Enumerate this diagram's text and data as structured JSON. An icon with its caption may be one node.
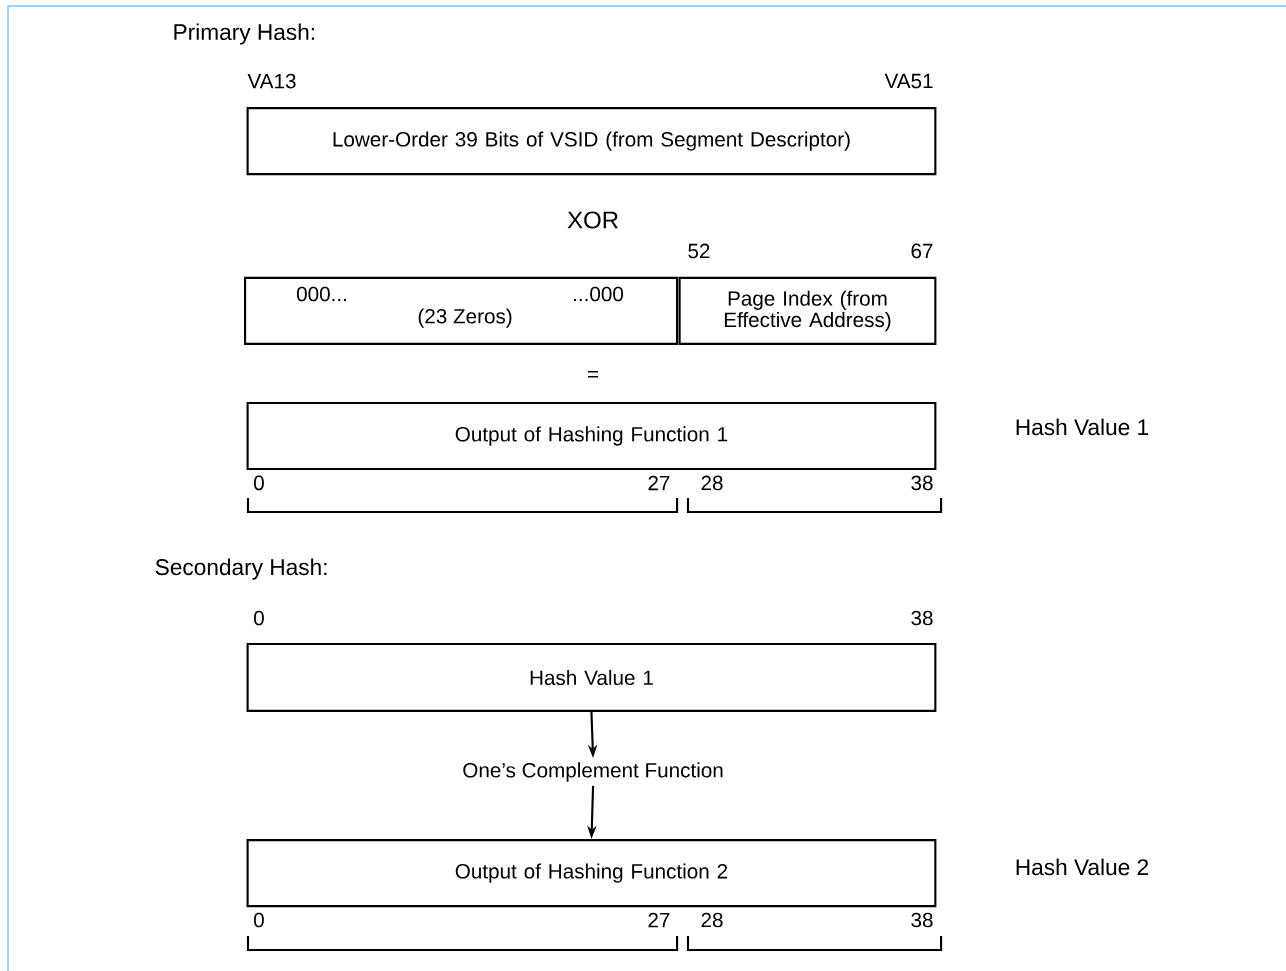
{
  "diagram": {
    "nodes": [
      {
        "text": [
          "Lower-Order 39 Bits of VSID (from Segment Descriptor)"
        ]
      },
      {
        "text": [
          "000...",
          "...000",
          "(23 Zeros)"
        ]
      },
      {
        "text": [
          "Page Index (from Effective Address)"
        ]
      },
      {
        "text": [
          "Output of Hashing Function 1"
        ],
        "beside": [
          "Hash Value 1"
        ]
      },
      {
        "text": [
          "Hash Value 1"
        ]
      },
      {
        "text": [
          "One’s Complement Function"
        ]
      },
      {
        "text": [
          "Output of Hashing Function 2"
        ],
        "beside": [
          "Hash Value 2"
        ]
      }
    ],
    "edges": [
      {
        "from": 4,
        "to": 5,
        "arrow": "to"
      },
      {
        "from": 5,
        "to": 6,
        "arrow": "to"
      }
    ],
    "labels": [
      "Primary Hash:",
      "VA13",
      "VA51",
      "XOR",
      "52",
      "67",
      "=",
      "0",
      "27",
      "28",
      "38",
      "Secondary Hash:",
      "0",
      "38",
      "0",
      "27",
      "28",
      "38"
    ]
  }
}
